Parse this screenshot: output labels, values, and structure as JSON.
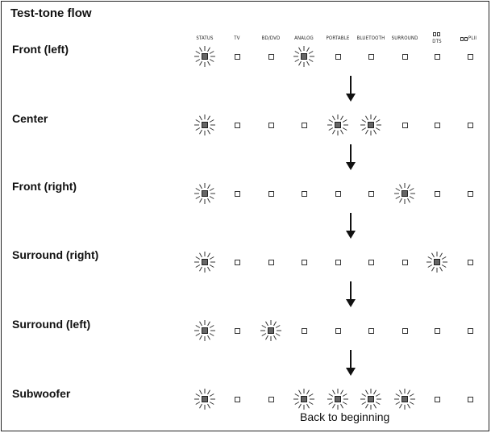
{
  "title": "Test-tone flow",
  "columns": [
    "STATUS",
    "TV",
    "BD/DVD",
    "ANALOG",
    "PORTABLE",
    "BLUETOOTH",
    "SURROUND",
    "DTS",
    "PLII"
  ],
  "steps": [
    {
      "label": "Front (left)",
      "lit": [
        "STATUS",
        "ANALOG"
      ]
    },
    {
      "label": "Center",
      "lit": [
        "STATUS",
        "PORTABLE",
        "BLUETOOTH"
      ]
    },
    {
      "label": "Front (right)",
      "lit": [
        "STATUS",
        "SURROUND"
      ]
    },
    {
      "label": "Surround (right)",
      "lit": [
        "STATUS",
        "DTS"
      ]
    },
    {
      "label": "Surround (left)",
      "lit": [
        "STATUS",
        "BD/DVD"
      ]
    },
    {
      "label": "Subwoofer",
      "lit": [
        "STATUS",
        "ANALOG",
        "PORTABLE",
        "BLUETOOTH",
        "SURROUND"
      ]
    }
  ],
  "footer": "Back to beginning",
  "icons": {
    "lit": "blinking-indicator-icon",
    "off": "unlit-indicator-icon",
    "flow": "down-arrow-icon"
  }
}
